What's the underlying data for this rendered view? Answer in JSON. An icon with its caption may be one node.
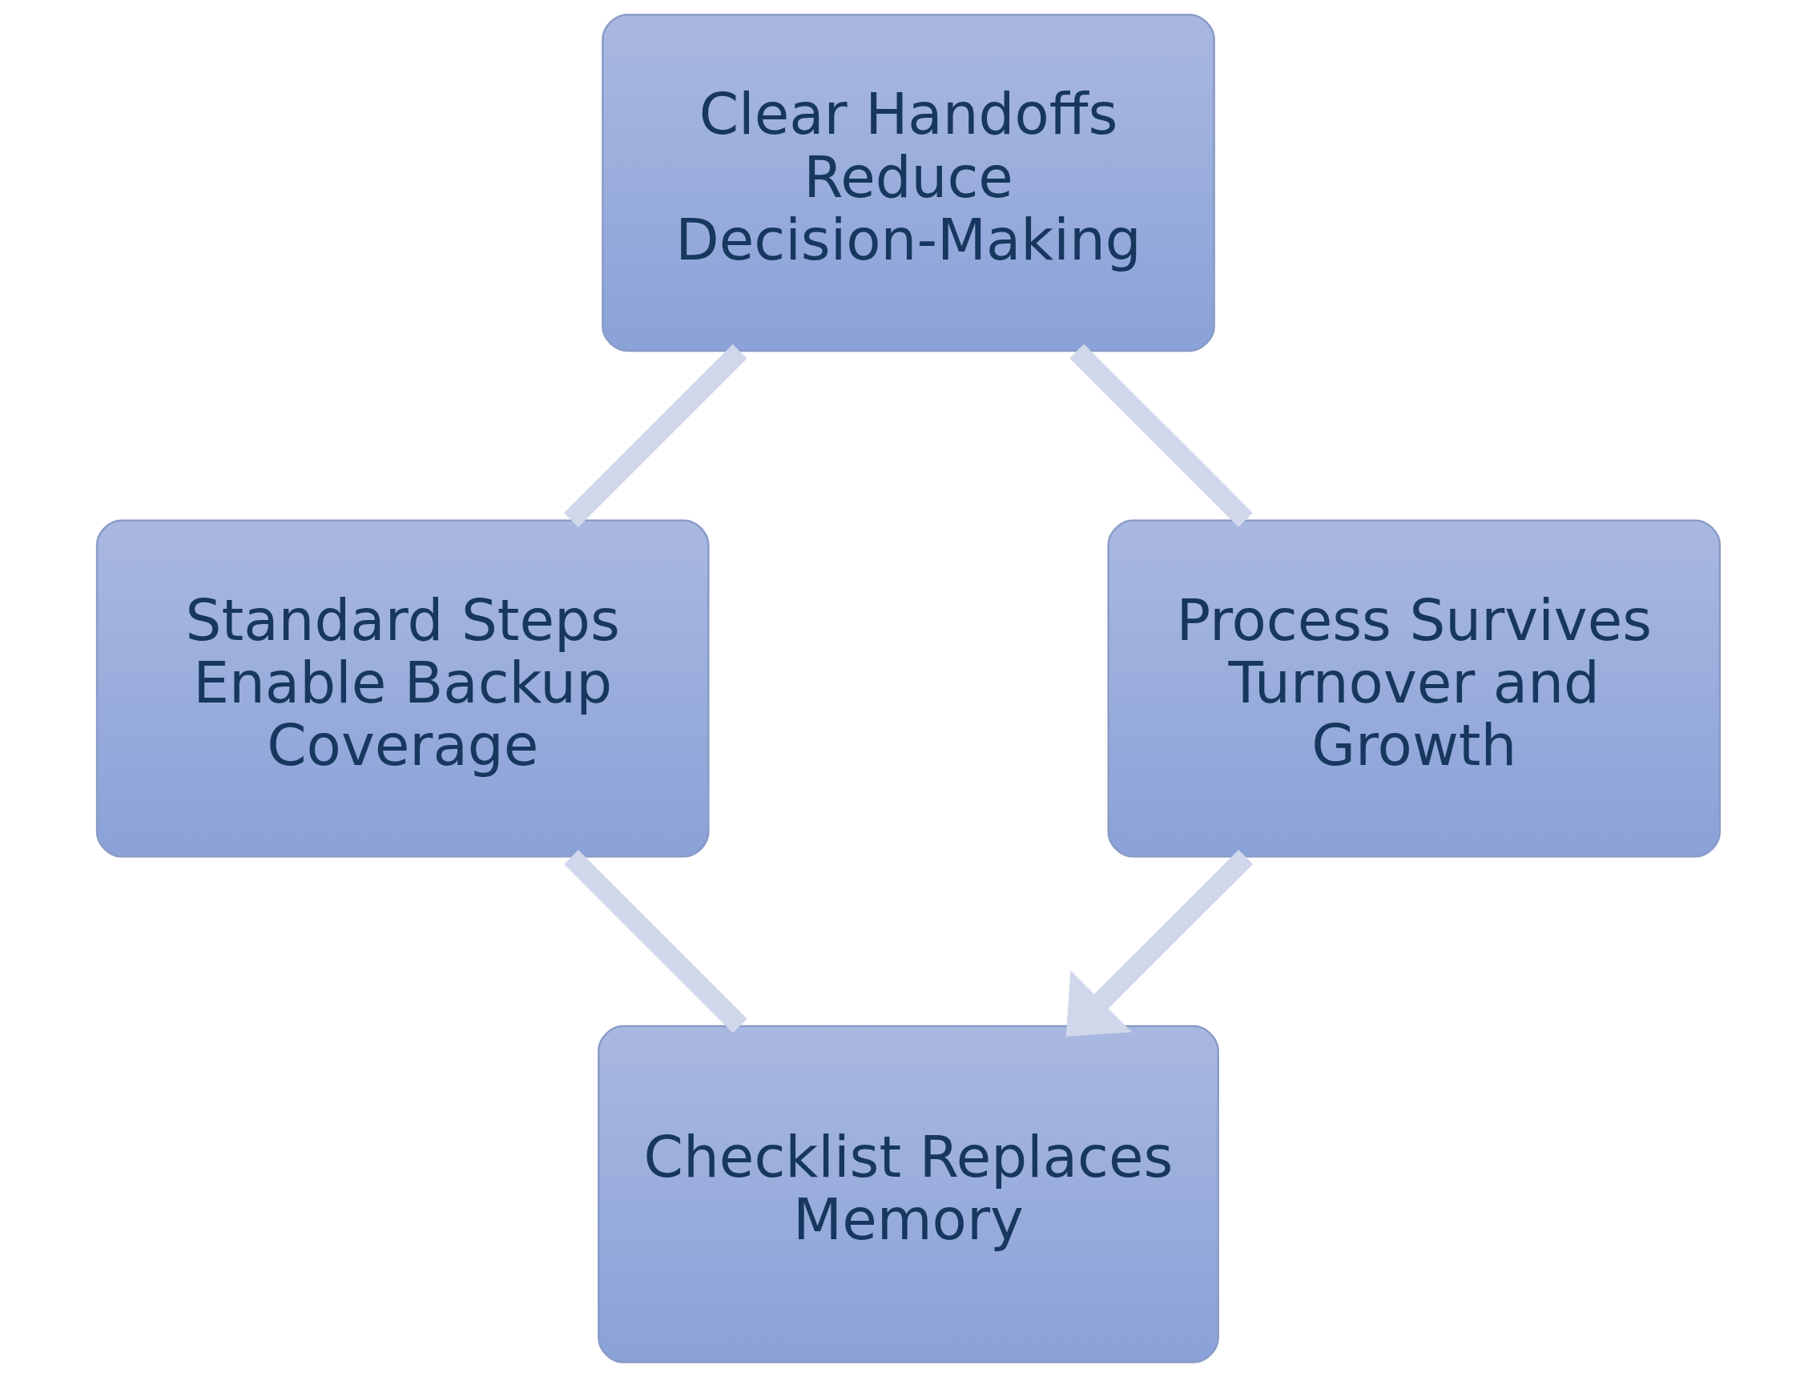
{
  "diagram": {
    "nodes": [
      {
        "text": [
          "Checklist Replaces Memory"
        ]
      },
      {
        "text": [
          "Process Survives Turnover and Growth"
        ]
      },
      {
        "text": [
          "Standard Steps Enable Backup Coverage"
        ]
      },
      {
        "text": [
          "Clear Handoffs Reduce Decision-Making"
        ]
      }
    ],
    "edges": [
      {
        "from": 0,
        "to": 2,
        "arrow": "none"
      },
      {
        "from": 2,
        "to": 3,
        "arrow": "none"
      },
      {
        "from": 3,
        "to": 1,
        "arrow": "none"
      },
      {
        "from": 1,
        "to": 0,
        "arrow": "to"
      }
    ]
  }
}
